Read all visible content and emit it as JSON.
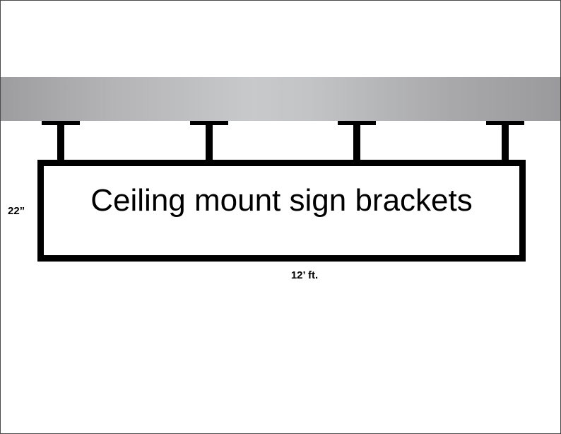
{
  "sign": {
    "text": "Ceiling mount sign brackets",
    "height_label": "22”",
    "width_label": "12’ ft."
  },
  "brackets": {
    "count": 4
  },
  "colors": {
    "ceiling": "#b4b4b6",
    "bracket": "#000000",
    "sign_border": "#000000",
    "background": "#ffffff"
  }
}
